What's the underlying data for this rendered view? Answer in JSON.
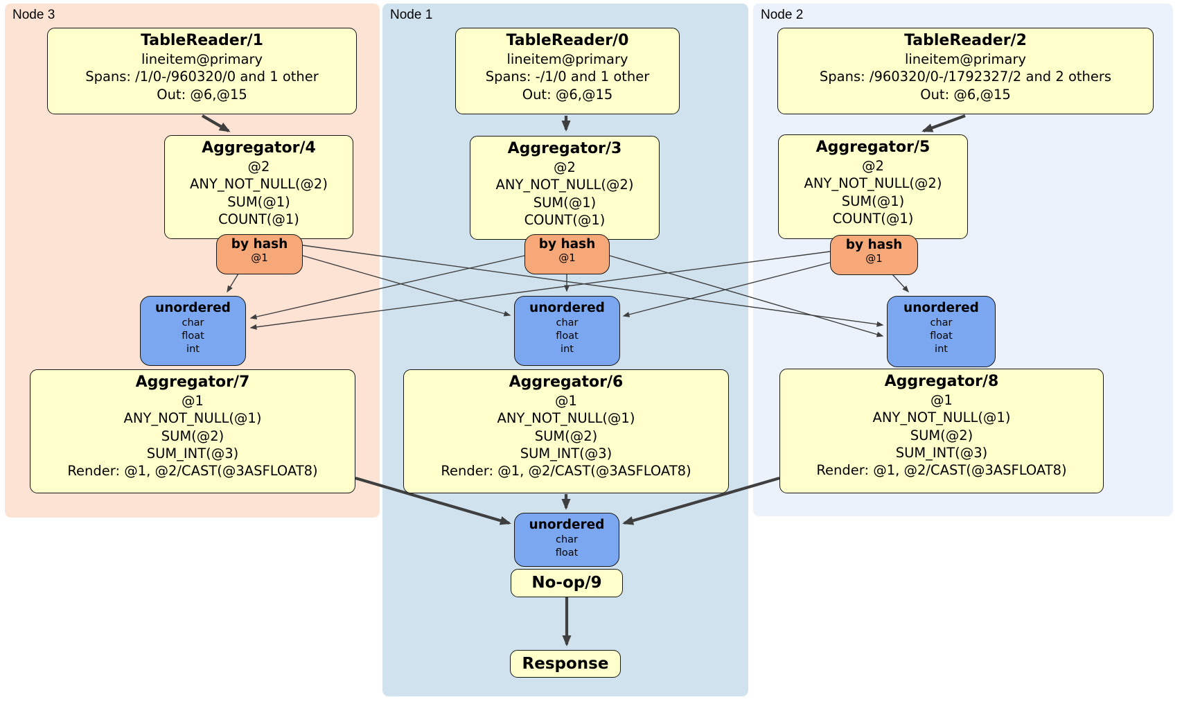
{
  "panels": {
    "node3": {
      "label": "Node 3"
    },
    "node1": {
      "label": "Node 1"
    },
    "node2": {
      "label": "Node 2"
    }
  },
  "colors": {
    "node3_bg": "#fce3d4",
    "node1_bg": "#d0e2ed",
    "node2_bg": "#ecf2fb",
    "processor_bg": "#ffffcc",
    "hash_router_bg": "#f6a878",
    "stream_merge_bg": "#7ba7f1",
    "edge": "#3f3f3f"
  },
  "boxes": {
    "tr1": {
      "title": "TableReader/1",
      "lines": [
        "lineitem@primary",
        "Spans: /1/0-/960320/0 and 1 other",
        "Out: @6,@15"
      ]
    },
    "tr0": {
      "title": "TableReader/0",
      "lines": [
        "lineitem@primary",
        "Spans: -/1/0 and 1 other",
        "Out: @6,@15"
      ]
    },
    "tr2": {
      "title": "TableReader/2",
      "lines": [
        "lineitem@primary",
        "Spans: /960320/0-/1792327/2 and 2 others",
        "Out: @6,@15"
      ]
    },
    "agg4": {
      "title": "Aggregator/4",
      "lines": [
        "@2",
        "ANY_NOT_NULL(@2)",
        "SUM(@1)",
        "COUNT(@1)"
      ]
    },
    "agg3": {
      "title": "Aggregator/3",
      "lines": [
        "@2",
        "ANY_NOT_NULL(@2)",
        "SUM(@1)",
        "COUNT(@1)"
      ]
    },
    "agg5": {
      "title": "Aggregator/5",
      "lines": [
        "@2",
        "ANY_NOT_NULL(@2)",
        "SUM(@1)",
        "COUNT(@1)"
      ]
    },
    "bh4": {
      "title": "by hash",
      "lines": [
        "@1"
      ]
    },
    "bh3": {
      "title": "by hash",
      "lines": [
        "@1"
      ]
    },
    "bh5": {
      "title": "by hash",
      "lines": [
        "@1"
      ]
    },
    "u3": {
      "title": "unordered",
      "lines": [
        "char",
        "float",
        "int"
      ]
    },
    "u1": {
      "title": "unordered",
      "lines": [
        "char",
        "float",
        "int"
      ]
    },
    "u2": {
      "title": "unordered",
      "lines": [
        "char",
        "float",
        "int"
      ]
    },
    "agg7": {
      "title": "Aggregator/7",
      "lines": [
        "@1",
        "ANY_NOT_NULL(@1)",
        "SUM(@2)",
        "SUM_INT(@3)",
        "Render: @1, @2/CAST(@3ASFLOAT8)"
      ]
    },
    "agg6": {
      "title": "Aggregator/6",
      "lines": [
        "@1",
        "ANY_NOT_NULL(@1)",
        "SUM(@2)",
        "SUM_INT(@3)",
        "Render: @1, @2/CAST(@3ASFLOAT8)"
      ]
    },
    "agg8": {
      "title": "Aggregator/8",
      "lines": [
        "@1",
        "ANY_NOT_NULL(@1)",
        "SUM(@2)",
        "SUM_INT(@3)",
        "Render: @1, @2/CAST(@3ASFLOAT8)"
      ]
    },
    "ufinal": {
      "title": "unordered",
      "lines": [
        "char",
        "float"
      ]
    },
    "noop": {
      "title": "No-op/9"
    },
    "response": {
      "title": "Response"
    }
  }
}
